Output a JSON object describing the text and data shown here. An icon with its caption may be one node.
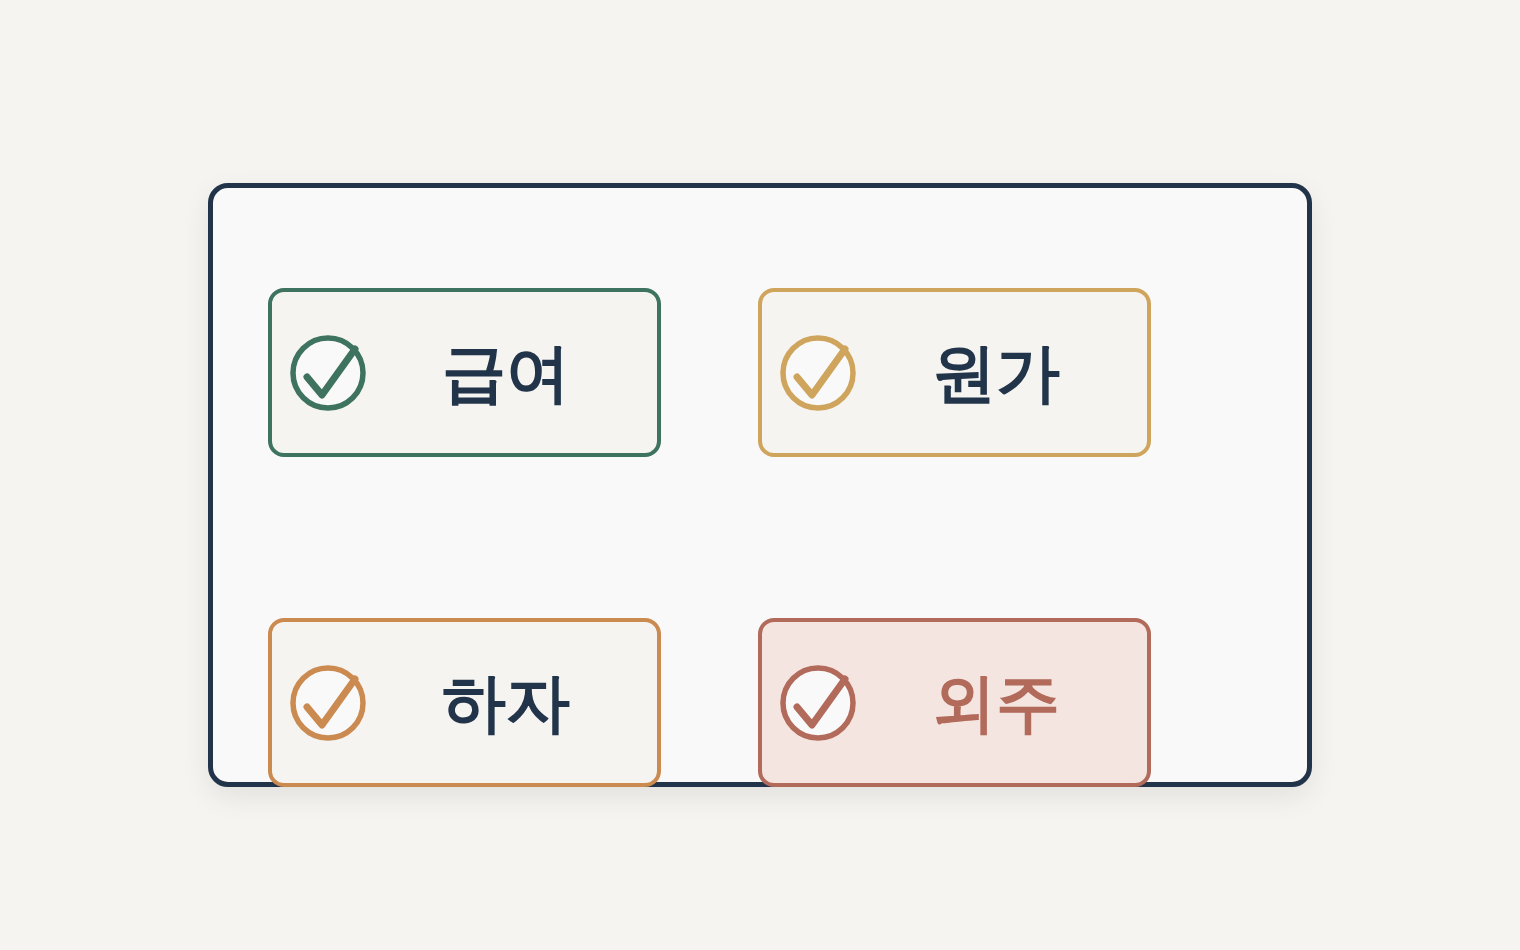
{
  "diagram": {
    "nodes": [
      {
        "text": [],
        "shape": "box"
      },
      {
        "text": [
          "급여"
        ],
        "in": 0
      },
      {
        "text": [
          "원가"
        ],
        "in": 0
      },
      {
        "text": [
          "하자"
        ],
        "in": 0
      },
      {
        "text": [
          "외주"
        ],
        "in": 0
      }
    ]
  }
}
